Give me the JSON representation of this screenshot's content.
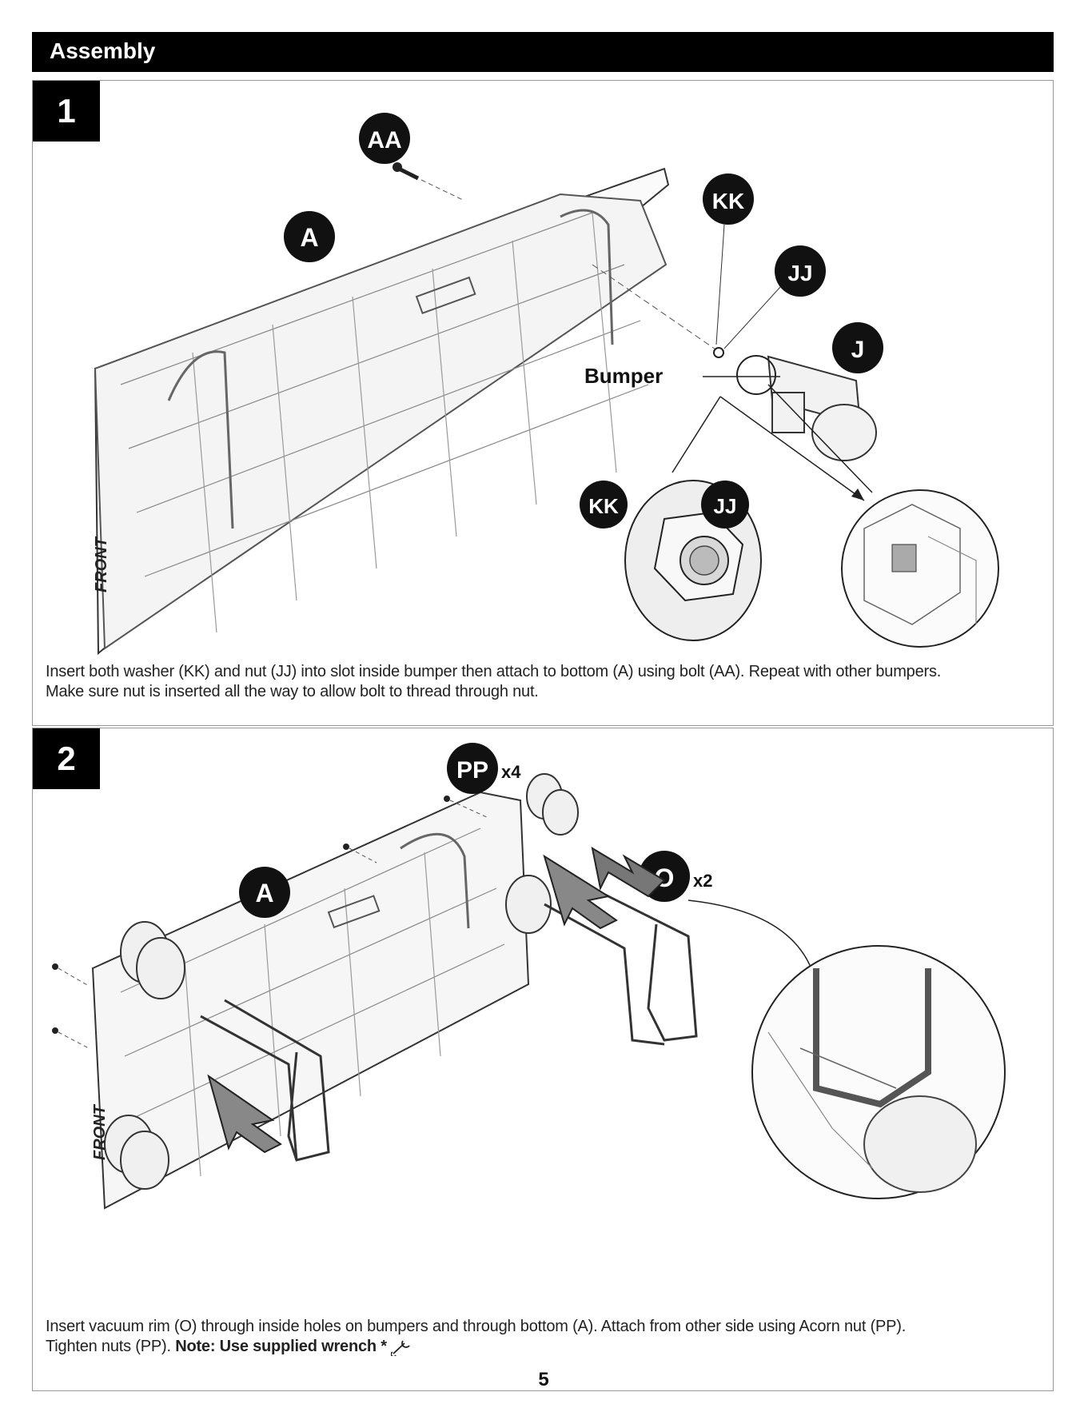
{
  "header": {
    "title": "Assembly"
  },
  "steps": [
    {
      "number": "1",
      "parts": {
        "bolt": "AA",
        "bottom": "A",
        "washer": "KK",
        "nut": "JJ",
        "bumper_part": "J"
      },
      "bumper_label": "Bumper",
      "front_label": "FRONT",
      "instruction_line1": "Insert both washer (KK) and nut (JJ) into slot inside bumper then attach to bottom (A) using bolt (AA). Repeat with other bumpers.",
      "instruction_line2": "Make sure nut is inserted all the way to allow bolt to thread through nut."
    },
    {
      "number": "2",
      "parts": {
        "acorn_nut": "PP",
        "acorn_nut_qty": "x4",
        "bottom": "A",
        "vacuum_rim": "O",
        "vacuum_rim_qty": "x2"
      },
      "front_label": "FRONT",
      "instruction_line1": "Insert vacuum rim (O) through inside holes on bumpers and through bottom (A). Attach from other side using Acorn nut (PP).",
      "instruction_line2_prefix": "Tighten nuts (PP). ",
      "note": "Note: Use supplied wrench",
      "note_symbol": "*"
    }
  ],
  "page_number": "5"
}
